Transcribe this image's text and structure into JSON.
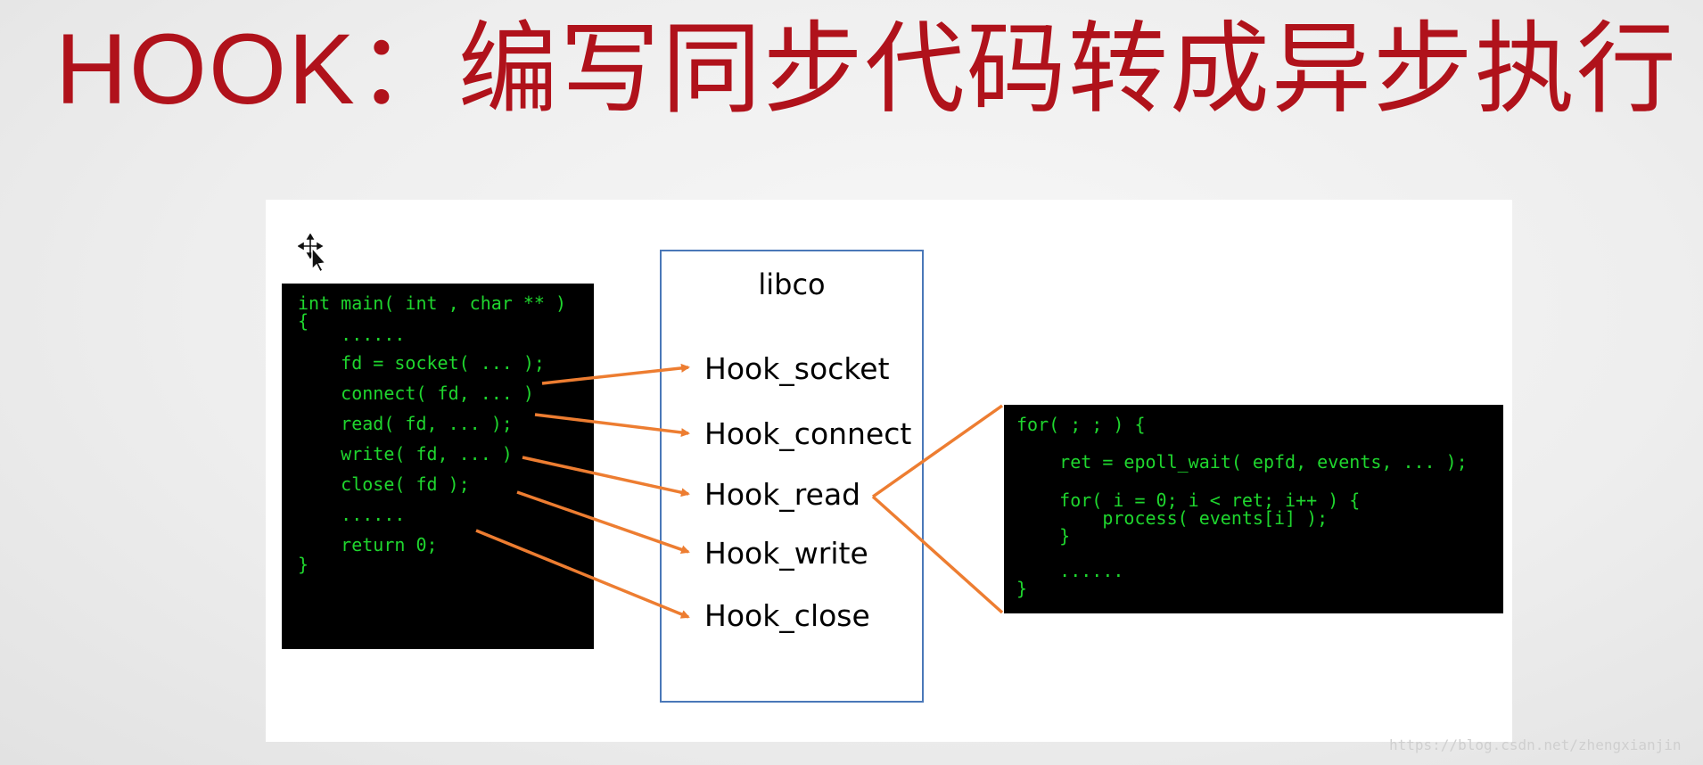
{
  "title": "HOOK：编写同步代码转成异步执行",
  "left_code": [
    "int main( int , char ** )",
    "{",
    "    ......",
    "    fd = socket( ... );",
    "    connect( fd, ... )",
    "    read( fd, ... );",
    "    write( fd, ... )",
    "    close( fd );",
    "    ......",
    "    return 0;",
    "}"
  ],
  "libco": {
    "title": "libco",
    "hooks": [
      "Hook_socket",
      "Hook_connect",
      "Hook_read",
      "Hook_write",
      "Hook_close"
    ]
  },
  "right_code": [
    "for( ; ; ) {",
    "    ret = epoll_wait( epfd, events, ... );",
    "    for( i = 0; i < ret; i++ ) {",
    "        process( events[i] );",
    "    }",
    "    ......",
    "}"
  ],
  "watermark": "https://blog.csdn.net/zhengxianjin",
  "colors": {
    "title": "#b0121b",
    "code_text": "#1fd62e",
    "code_bg": "#000000",
    "arrow": "#ed7d31",
    "libco_border": "#4a78b8"
  }
}
